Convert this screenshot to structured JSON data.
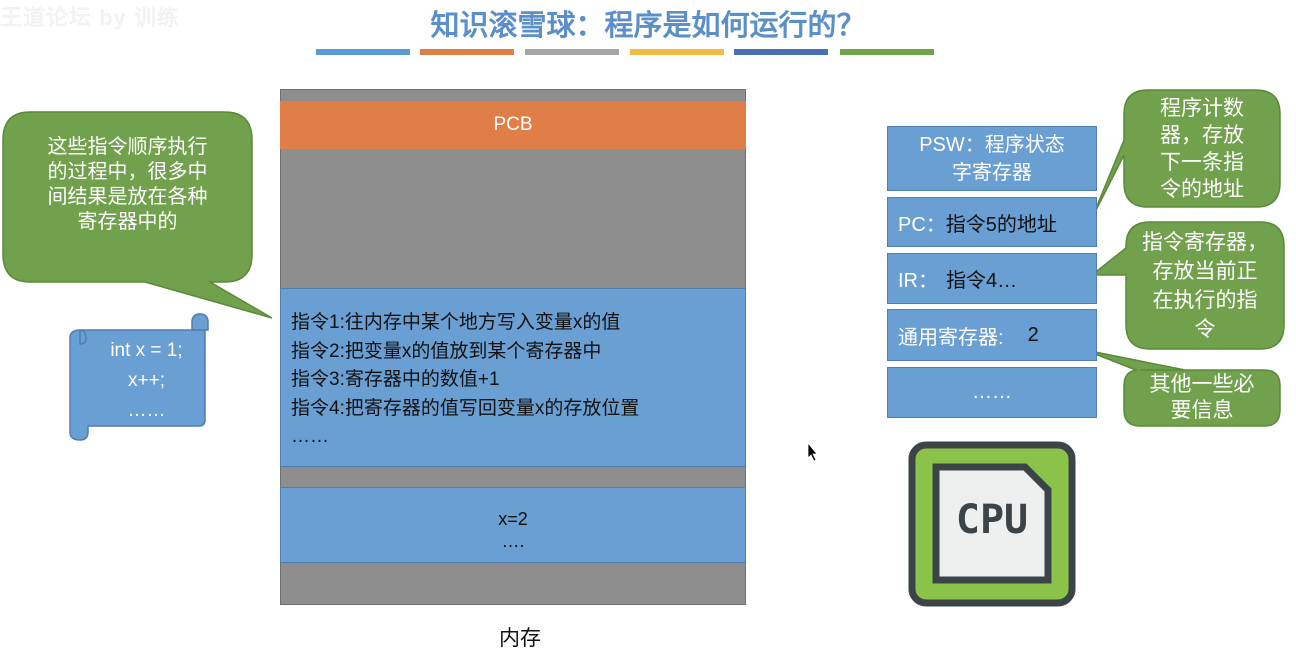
{
  "watermark": "王道论坛 by 训练",
  "title": "知识滚雪球：程序是如何运行的？",
  "title_bars": [
    "#5b9bd5",
    "#e07e48",
    "#a5a5a5",
    "#f2bc47",
    "#4a6fb5",
    "#6ea34a"
  ],
  "memory": {
    "label": "内存",
    "pcb": "PCB",
    "instructions": [
      "指令1:往内存中某个地方写入变量x的值",
      "指令2:把变量x的值放到某个寄存器中",
      "指令3:寄存器中的数值+1",
      "指令4:把寄存器的值写回变量x的存放位置",
      "……"
    ],
    "data": [
      "x=2",
      "…."
    ]
  },
  "left_callout": [
    "这些指令顺序执行",
    "的过程中，很多中",
    "间结果是放在各种",
    "寄存器中的"
  ],
  "scroll": [
    "int x = 1;",
    "x++;",
    "……"
  ],
  "registers": {
    "psw": [
      "PSW：程序状态",
      "字寄存器"
    ],
    "pc": {
      "name": "PC：",
      "value": "指令5的地址"
    },
    "ir": {
      "name": "IR：",
      "value": "指令4…"
    },
    "general": {
      "name": "通用寄存器:",
      "value": "2"
    },
    "more": "……"
  },
  "callouts": {
    "pc": [
      "程序计数",
      "器，存放",
      "下一条指",
      "令的地址"
    ],
    "ir": [
      "指令寄存器，",
      "存放当前正",
      "在执行的指",
      "令"
    ],
    "other": [
      "其他一些必",
      "要信息"
    ]
  },
  "cpu_label": "CPU",
  "colors": {
    "green": "#71a14c",
    "blue": "#6a9fd3",
    "orange": "#e07e48",
    "gray": "#8e8e8e"
  }
}
